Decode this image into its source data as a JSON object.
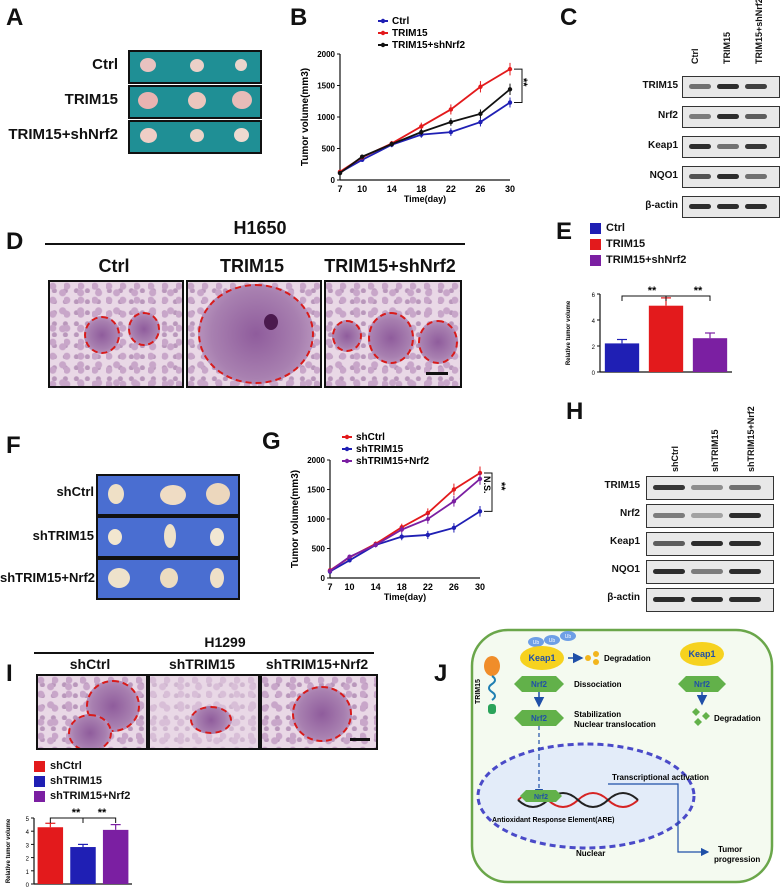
{
  "panels": {
    "A": {
      "label": "A",
      "rows": [
        "Ctrl",
        "TRIM15",
        "TRIM15+shNrf2"
      ]
    },
    "B": {
      "label": "B",
      "legend": [
        "Ctrl",
        "TRIM15",
        "TRIM15+shNrf2"
      ],
      "sig": "**"
    },
    "C": {
      "label": "C",
      "lanes": [
        "Ctrl",
        "TRIM15",
        "TRIM15+shNrf2"
      ],
      "proteins": [
        "TRIM15",
        "Nrf2",
        "Keap1",
        "NQO1",
        "β-actin"
      ]
    },
    "D": {
      "label": "D",
      "cell_line": "H1650",
      "conditions": [
        "Ctrl",
        "TRIM15",
        "TRIM15+shNrf2"
      ]
    },
    "E": {
      "label": "E",
      "legend": [
        "Ctrl",
        "TRIM15",
        "TRIM15+shNrf2"
      ],
      "sig1": "**",
      "sig2": "**"
    },
    "F": {
      "label": "F",
      "rows": [
        "shCtrl",
        "shTRIM15",
        "shTRIM15+Nrf2"
      ]
    },
    "G": {
      "label": "G",
      "legend": [
        "shCtrl",
        "shTRIM15",
        "shTRIM15+Nrf2"
      ],
      "sig_ns": "N.S.",
      "sig": "**"
    },
    "H": {
      "label": "H",
      "lanes": [
        "shCtrl",
        "shTRIM15",
        "shTRIM15+Nrf2"
      ],
      "proteins": [
        "TRIM15",
        "Nrf2",
        "Keap1",
        "NQO1",
        "β-actin"
      ]
    },
    "I": {
      "label": "I",
      "cell_line": "H1299",
      "conditions": [
        "shCtrl",
        "shTRIM15",
        "shTRIM15+Nrf2"
      ],
      "legend": [
        "shCtrl",
        "shTRIM15",
        "shTRIM15+Nrf2"
      ],
      "sig1": "**",
      "sig2": "**"
    },
    "J": {
      "label": "J",
      "trim15": "TRIM15",
      "keap1_a": "Keap1",
      "keap1_b": "Keap1",
      "nrf2_a": "Nrf2",
      "nrf2_b": "Nrf2",
      "nrf2_c": "Nrf2",
      "nrf2_d": "Nrf2",
      "ub": "Ub",
      "degradation_a": "Degradation",
      "degradation_b": "Degradation",
      "dissociation": "Dissociation",
      "stabilization": "Stabilization",
      "nuclear_translocation": "Nuclear translocation",
      "transcriptional_activation": "Transcriptional activation",
      "are": "Antioxidant Response Element(ARE)",
      "nuclear": "Nuclear",
      "tumor": "Tumor",
      "progression": "progression"
    }
  },
  "colors": {
    "blue": "#1f1fb4",
    "red": "#e31a1c",
    "purple": "#7b1fa2",
    "black": "#111111"
  },
  "chart_data": [
    {
      "id": "B",
      "type": "line",
      "xlabel": "Time(day)",
      "ylabel": "Tumor volume(mm3)",
      "x": [
        7,
        10,
        14,
        18,
        22,
        26,
        30
      ],
      "ylim": [
        0,
        2000
      ],
      "yticks": [
        0,
        500,
        1000,
        1500,
        2000
      ],
      "series": [
        {
          "name": "Ctrl",
          "color": "#1f1fb4",
          "values": [
            120,
            320,
            560,
            720,
            760,
            920,
            1230
          ],
          "err": [
            20,
            30,
            40,
            50,
            60,
            70,
            80
          ]
        },
        {
          "name": "TRIM15",
          "color": "#e31a1c",
          "values": [
            130,
            360,
            580,
            850,
            1120,
            1480,
            1760
          ],
          "err": [
            20,
            30,
            40,
            60,
            80,
            90,
            100
          ]
        },
        {
          "name": "TRIM15+shNrf2",
          "color": "#111111",
          "values": [
            110,
            370,
            570,
            760,
            920,
            1050,
            1440
          ],
          "err": [
            20,
            30,
            40,
            50,
            60,
            70,
            90
          ]
        }
      ]
    },
    {
      "id": "E",
      "type": "bar",
      "ylabel": "Relative tumor volume",
      "ylim": [
        0,
        6
      ],
      "yticks": [
        0,
        2,
        4,
        6
      ],
      "categories": [
        "Ctrl",
        "TRIM15",
        "TRIM15+shNrf2"
      ],
      "values": [
        2.2,
        5.1,
        2.6
      ],
      "err": [
        0.3,
        0.6,
        0.4
      ],
      "colors": [
        "#1f1fb4",
        "#e31a1c",
        "#7b1fa2"
      ]
    },
    {
      "id": "G",
      "type": "line",
      "xlabel": "Time(day)",
      "ylabel": "Tumor volume(mm3)",
      "x": [
        7,
        10,
        14,
        18,
        22,
        26,
        30
      ],
      "ylim": [
        0,
        2000
      ],
      "yticks": [
        0,
        500,
        1000,
        1500,
        2000
      ],
      "series": [
        {
          "name": "shCtrl",
          "color": "#e31a1c",
          "values": [
            130,
            350,
            580,
            860,
            1100,
            1500,
            1780
          ],
          "err": [
            20,
            30,
            40,
            60,
            80,
            100,
            110
          ]
        },
        {
          "name": "shTRIM15",
          "color": "#1f1fb4",
          "values": [
            110,
            300,
            560,
            700,
            730,
            850,
            1130
          ],
          "err": [
            20,
            30,
            40,
            60,
            70,
            80,
            90
          ]
        },
        {
          "name": "shTRIM15+Nrf2",
          "color": "#7b1fa2",
          "values": [
            120,
            360,
            560,
            820,
            1000,
            1300,
            1680
          ],
          "err": [
            20,
            30,
            40,
            60,
            80,
            90,
            100
          ]
        }
      ]
    },
    {
      "id": "I",
      "type": "bar",
      "ylabel": "Relative tumor volume",
      "ylim": [
        0,
        5
      ],
      "yticks": [
        0,
        1,
        2,
        3,
        4,
        5
      ],
      "categories": [
        "shCtrl",
        "shTRIM15",
        "shTRIM15+Nrf2"
      ],
      "values": [
        4.3,
        2.8,
        4.1
      ],
      "err": [
        0.3,
        0.2,
        0.4
      ],
      "colors": [
        "#e31a1c",
        "#1f1fb4",
        "#7b1fa2"
      ]
    }
  ]
}
